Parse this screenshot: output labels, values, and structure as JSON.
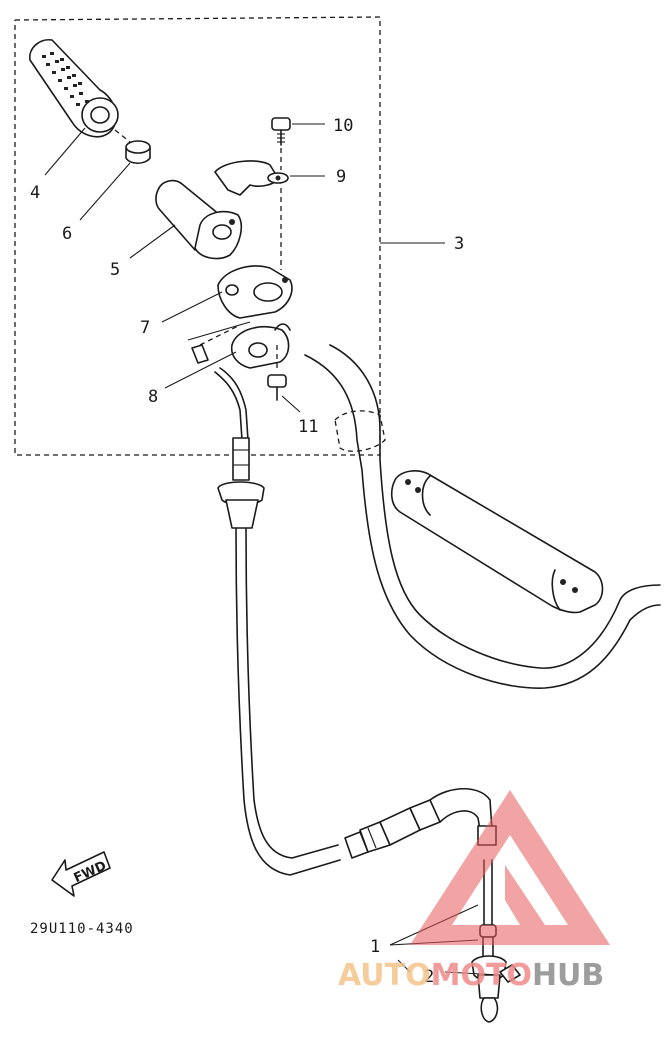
{
  "diagram": {
    "callouts": {
      "c1": "1",
      "c2": "2",
      "c3": "3",
      "c4": "4",
      "c5": "5",
      "c6": "6",
      "c7": "7",
      "c8": "8",
      "c9": "9",
      "c10": "10",
      "c11": "11"
    },
    "fwd_label": "FWD",
    "diagram_code": "29U110-4340"
  },
  "watermark": {
    "part_a": "AUTO",
    "part_b": "MOTO",
    "part_c": "HUB",
    "color_a": "#f6c48a",
    "color_b": "#f08a8a",
    "color_c": "#8c8c8c",
    "logo_color": "#e85a5a"
  }
}
